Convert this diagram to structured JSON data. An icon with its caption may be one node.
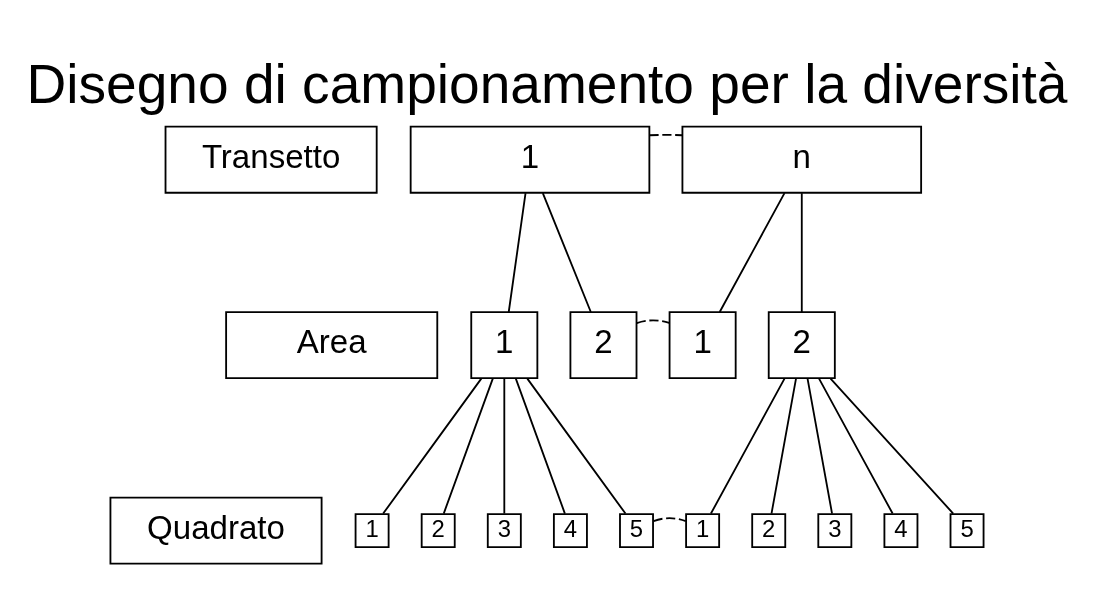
{
  "diagram": {
    "title": "Disegno di campionamento per la diversità",
    "nodes": [
      {
        "text": [
          "Transetto"
        ]
      },
      {
        "text": [
          "Area"
        ]
      },
      {
        "text": [
          "Quadrato"
        ]
      },
      {
        "text": [
          "1"
        ]
      },
      {
        "text": [
          "n"
        ]
      },
      {
        "text": [
          "1"
        ]
      },
      {
        "text": [
          "2"
        ]
      },
      {
        "text": [
          "1"
        ]
      },
      {
        "text": [
          "2"
        ]
      },
      {
        "text": [
          "1"
        ]
      },
      {
        "text": [
          "2"
        ]
      },
      {
        "text": [
          "3"
        ]
      },
      {
        "text": [
          "4"
        ]
      },
      {
        "text": [
          "5"
        ]
      },
      {
        "text": [
          "1"
        ]
      },
      {
        "text": [
          "2"
        ]
      },
      {
        "text": [
          "3"
        ]
      },
      {
        "text": [
          "4"
        ]
      },
      {
        "text": [
          "5"
        ]
      }
    ],
    "edges": [
      {
        "from": 3,
        "to": 4,
        "arrow": "none",
        "style": "dashed"
      },
      {
        "from": 3,
        "to": 5,
        "arrow": "none"
      },
      {
        "from": 3,
        "to": 6,
        "arrow": "none"
      },
      {
        "from": 4,
        "to": 7,
        "arrow": "none"
      },
      {
        "from": 4,
        "to": 8,
        "arrow": "none"
      },
      {
        "from": 6,
        "to": 7,
        "arrow": "none",
        "style": "dashed"
      },
      {
        "from": 5,
        "to": 9,
        "arrow": "none"
      },
      {
        "from": 5,
        "to": 10,
        "arrow": "none"
      },
      {
        "from": 5,
        "to": 11,
        "arrow": "none"
      },
      {
        "from": 5,
        "to": 12,
        "arrow": "none"
      },
      {
        "from": 5,
        "to": 13,
        "arrow": "none"
      },
      {
        "from": 8,
        "to": 14,
        "arrow": "none"
      },
      {
        "from": 8,
        "to": 15,
        "arrow": "none"
      },
      {
        "from": 8,
        "to": 16,
        "arrow": "none"
      },
      {
        "from": 8,
        "to": 17,
        "arrow": "none"
      },
      {
        "from": 8,
        "to": 18,
        "arrow": "none"
      },
      {
        "from": 13,
        "to": 14,
        "arrow": "none",
        "style": "dashed"
      }
    ]
  }
}
